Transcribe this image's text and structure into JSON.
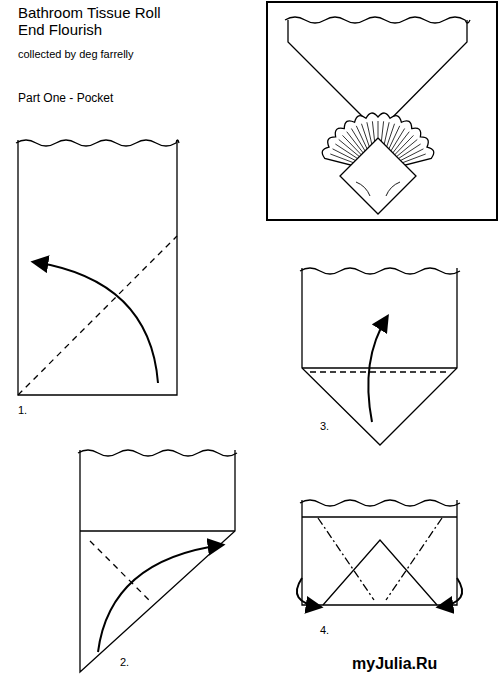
{
  "diagram": {
    "title": "Bathroom Tissue Roll End Flourish",
    "labels": [
      "collected by deg farrelly",
      "Part One - Pocket",
      "1.",
      "2.",
      "3.",
      "4.",
      "myJulia.Ru"
    ]
  }
}
